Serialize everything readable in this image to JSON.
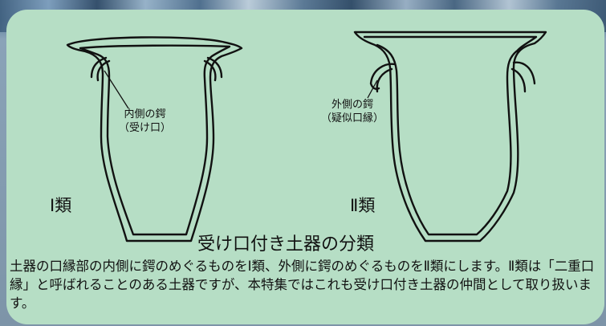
{
  "diagram": {
    "type1": {
      "name": "Ⅰ類",
      "callout_line1": "内側の鍔",
      "callout_line2": "（受け口）"
    },
    "type2": {
      "name": "Ⅱ類",
      "callout_line1": "外側の鍔",
      "callout_line2": "（疑似口縁）"
    },
    "title": "受け口付き土器の分類",
    "description": "土器の口縁部の内側に鍔のめぐるものをⅠ類、外側に鍔のめぐるものをⅡ類にします。Ⅱ類は「二重口縁」と呼ばれることのある土器ですが、本特集ではこれも受け口付き土器の仲間として取り扱います。"
  },
  "colors": {
    "panel": "#b6dec5",
    "line": "#111111"
  }
}
